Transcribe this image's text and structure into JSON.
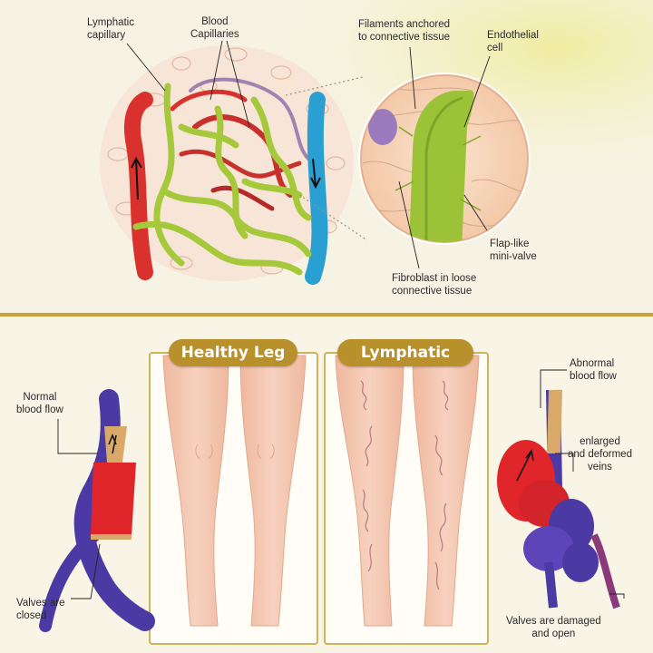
{
  "top": {
    "labels": {
      "lymphatic_capillary": [
        "Lymphatic",
        "capillary"
      ],
      "blood_capillaries": [
        "Blood",
        "Capillaries"
      ],
      "filaments": [
        "Filaments anchored",
        "to connective tissue"
      ],
      "endothelial": [
        "Endothelial",
        "cell"
      ],
      "flap_valve": [
        "Flap-like",
        "mini-valve"
      ],
      "fibroblast": [
        "Fibroblast in loose",
        "connective tissue"
      ]
    }
  },
  "bottom": {
    "panels": {
      "healthy": "Healthy Leg",
      "lymphatic": "Lymphatic"
    },
    "labels": {
      "normal_flow": [
        "Normal",
        "blood flow"
      ],
      "valves_closed": [
        "Valves are",
        "closed"
      ],
      "abnormal_flow": [
        "Abnormal",
        "blood flow"
      ],
      "enlarged": [
        "enlarged",
        "and deformed",
        "veins"
      ],
      "valves_damaged": [
        "Valves are damaged",
        "and open"
      ]
    }
  },
  "colors": {
    "artery": "#d9322e",
    "vein": "#2a9fd1",
    "lymph": "#a6c93c",
    "deep_vein": "#4b3aa3",
    "gold": "#b8902c",
    "skin": "#f4c7b0"
  }
}
